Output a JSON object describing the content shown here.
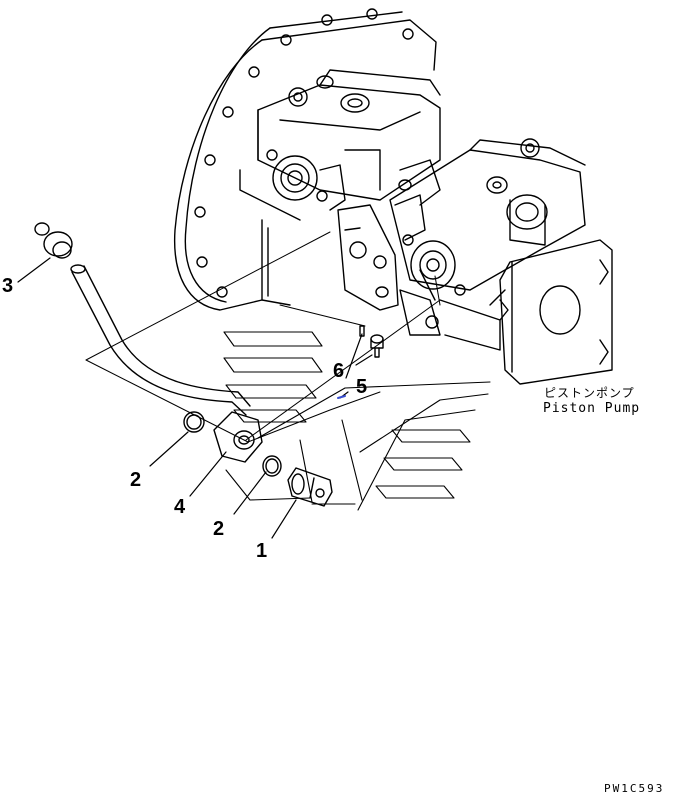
{
  "callouts": {
    "c1": "1",
    "c2a": "2",
    "c2b": "2",
    "c3": "3",
    "c4": "4",
    "c5": "5",
    "c6": "6"
  },
  "label": {
    "japanese": "ピストンポンプ",
    "english": "Piston Pump"
  },
  "drawing_code": "PW1C593"
}
